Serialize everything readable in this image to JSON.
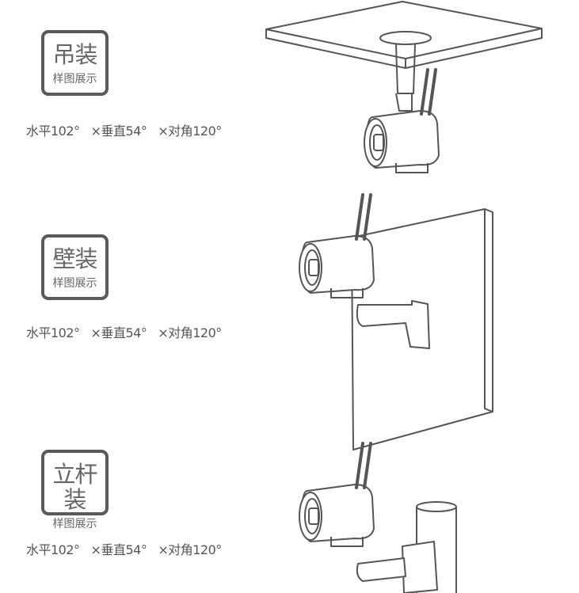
{
  "sections": [
    {
      "title": "吊装",
      "subtitle": "样图展示",
      "spec": [
        "水平102°",
        "×垂直54°",
        "×对角120°"
      ]
    },
    {
      "title": "壁装",
      "subtitle": "样图展示",
      "spec": [
        "水平102°",
        "×垂直54°",
        "×对角120°"
      ]
    },
    {
      "title": "立杆装",
      "subtitle": "样图展示",
      "spec": [
        "水平102°",
        "×垂直54°",
        "×对角120°"
      ]
    }
  ],
  "colors": {
    "line": "#555555",
    "text": "#555555"
  }
}
